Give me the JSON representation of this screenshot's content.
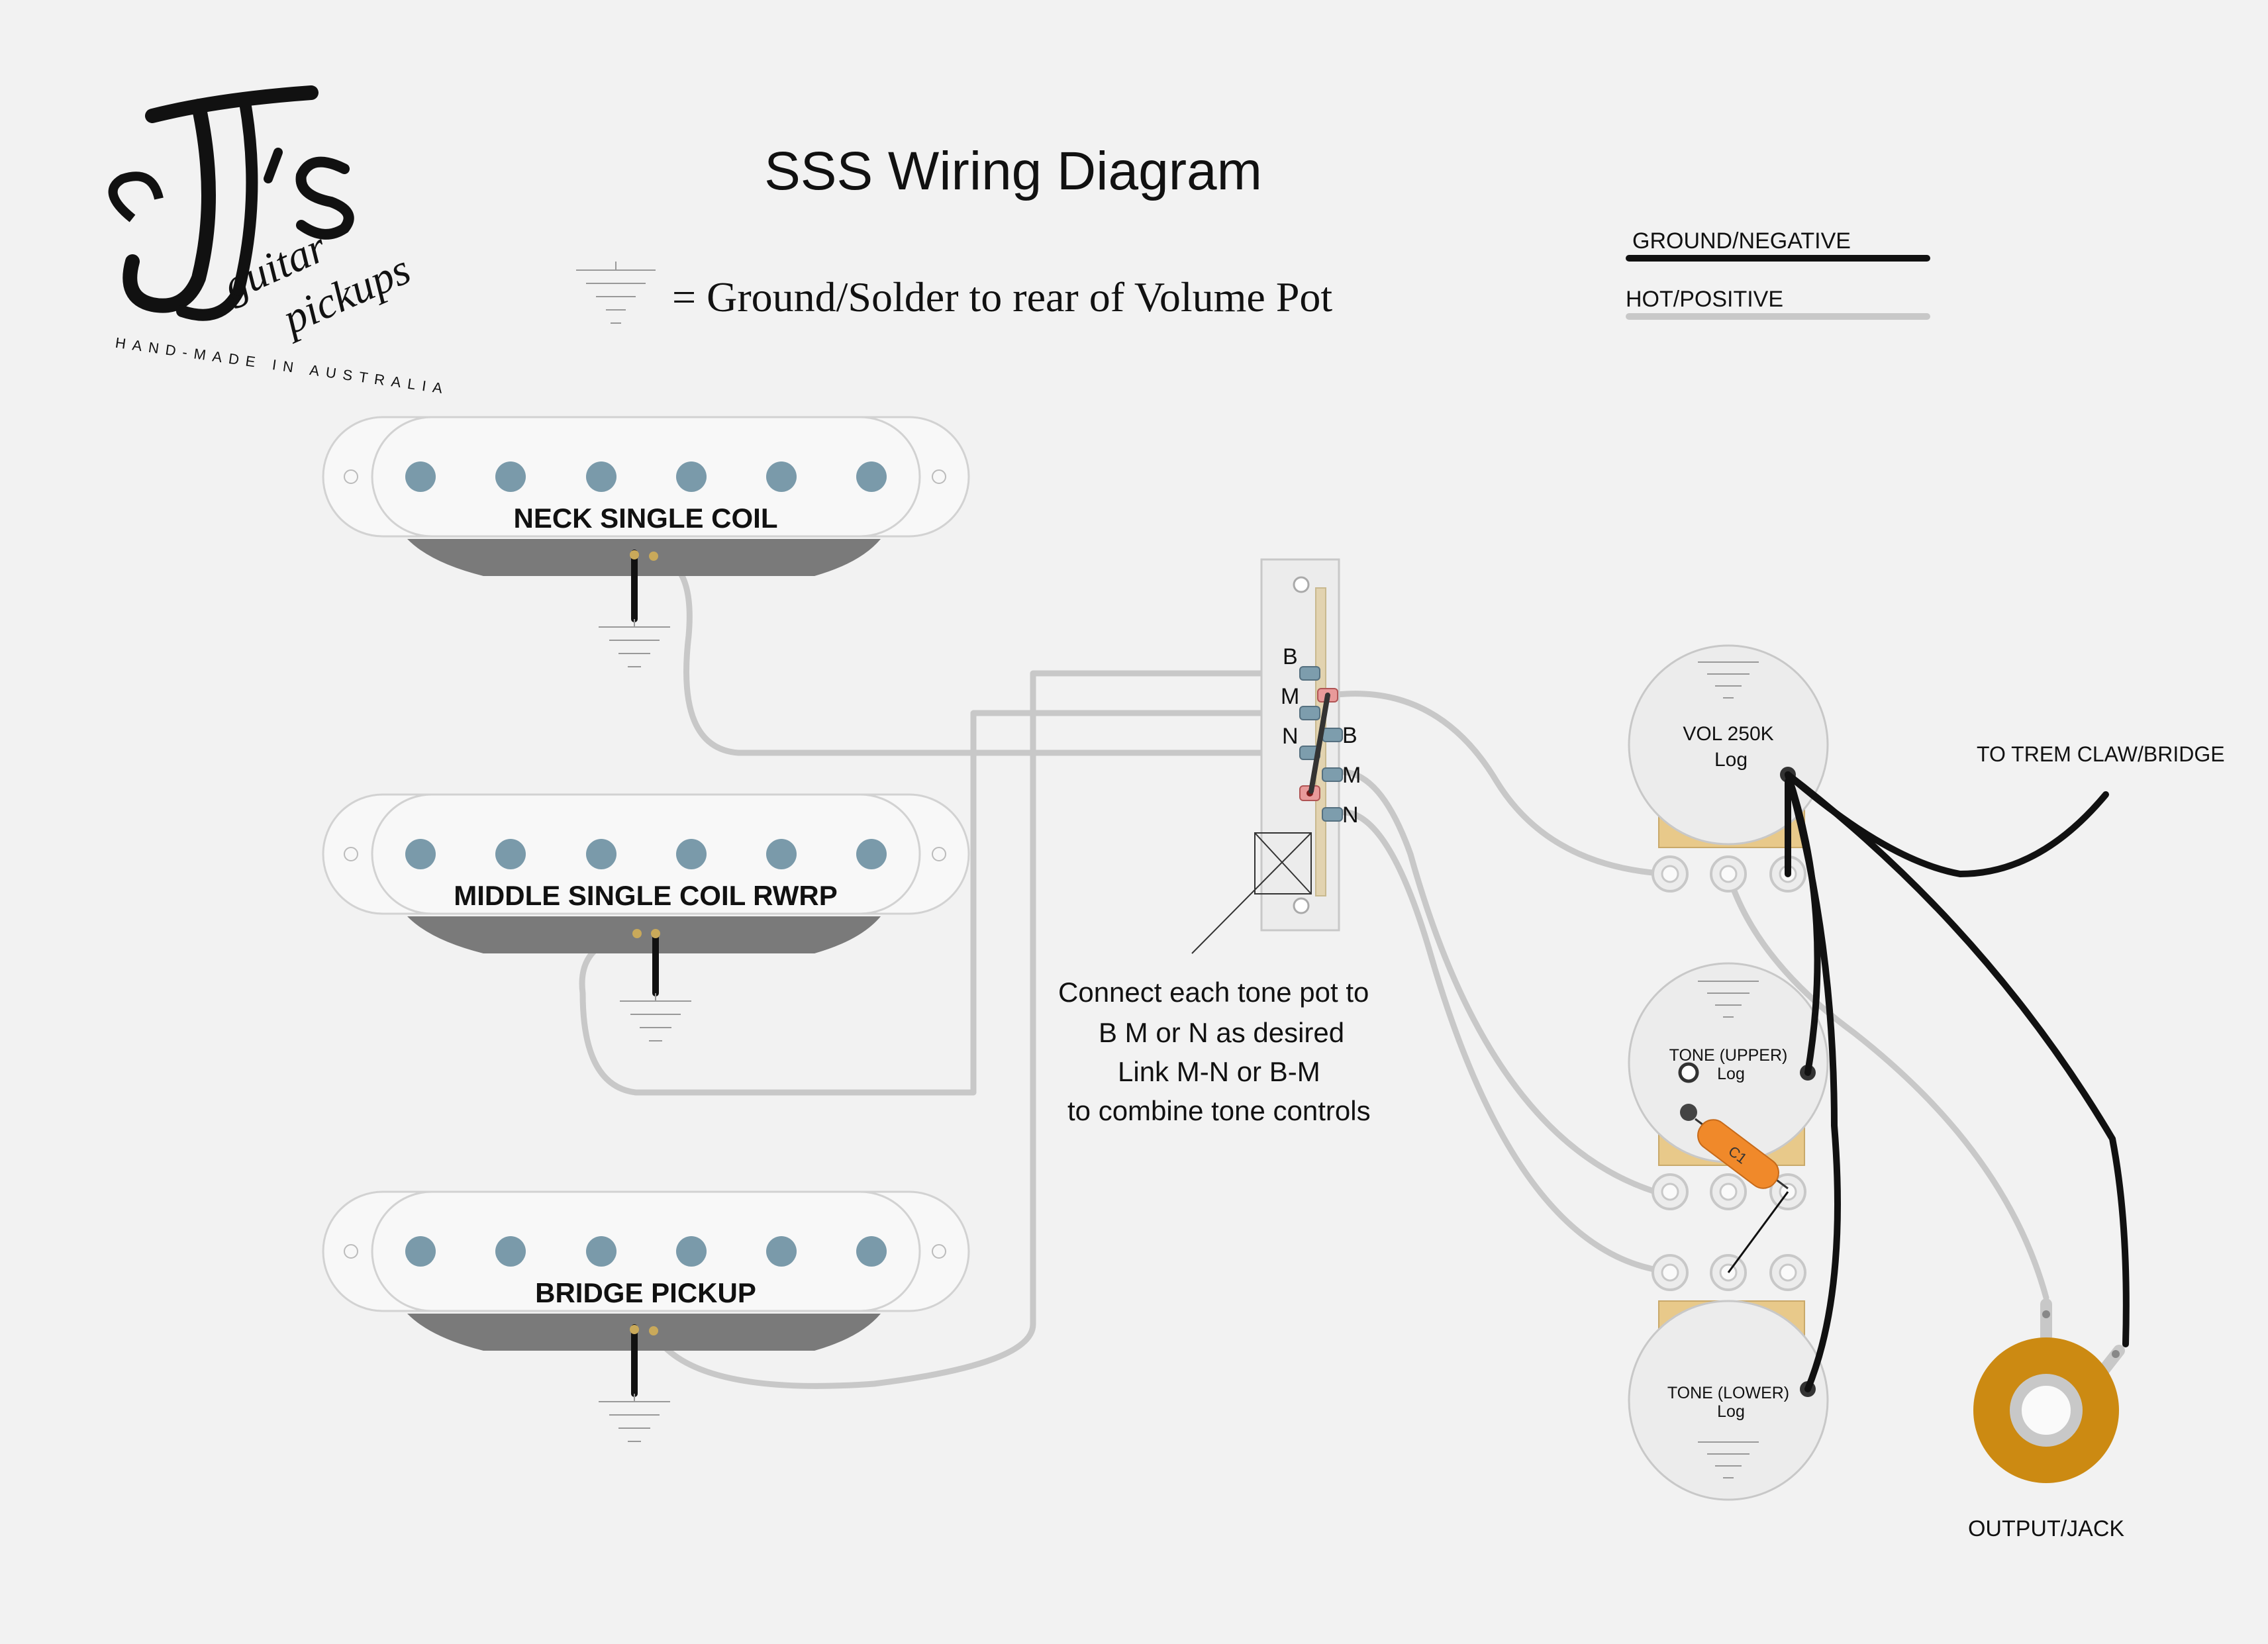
{
  "title": "SSS Wiring Diagram",
  "logo": {
    "mark": "JJ's",
    "line1": "guitar",
    "line2": "pickups",
    "tagline": "HAND-MADE IN AUSTRALIA"
  },
  "ground_note": "= Ground/Solder to rear of Volume Pot",
  "legend": {
    "ground": "GROUND/NEGATIVE",
    "hot": "HOT/POSITIVE",
    "ground_color": "#111111",
    "hot_color": "#c8c8c8"
  },
  "pickups": {
    "neck": "NECK SINGLE COIL",
    "middle": "MIDDLE SINGLE COIL RWRP",
    "bridge": "BRIDGE PICKUP"
  },
  "switch": {
    "left_labels": [
      "B",
      "M",
      "N"
    ],
    "right_labels": [
      "B",
      "M",
      "N"
    ]
  },
  "pots": {
    "volume": {
      "name": "VOL 250K",
      "taper": "Log"
    },
    "tone_upper": {
      "name": "TONE (UPPER)",
      "taper": "Log"
    },
    "tone_lower": {
      "name": "TONE (LOWER)",
      "taper": "Log"
    }
  },
  "capacitor": "C1",
  "trem_label": "TO TREM CLAW/BRIDGE",
  "jack_label": "OUTPUT/JACK",
  "instructions": [
    "Connect each tone pot to",
    "B M or N as desired",
    "Link M-N or B-M",
    "to combine tone controls"
  ],
  "colors": {
    "background": "#f2f2f2",
    "pole": "#7a9aaa",
    "pickup_base": "#7a7a7a",
    "capacitor": "#f0892a",
    "jack": "#cc8a12",
    "pot_lug_base": "#e8c98a"
  }
}
